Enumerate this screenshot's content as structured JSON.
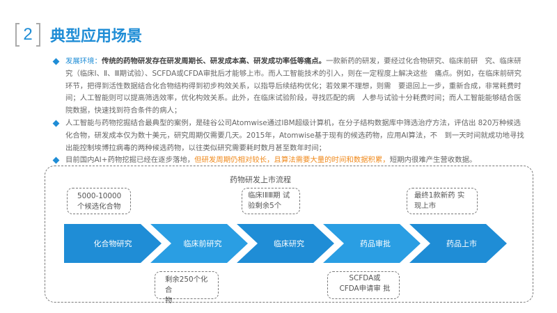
{
  "header": {
    "number": "2",
    "title": "典型应用场景"
  },
  "bullets": [
    {
      "lead": "发展环境：",
      "strong": "传统的药物研发存在研发周期长、研发成本高、研发成功率低等痛点。",
      "text": "一款新药的研发，要经过化合物研究、临床前研　究、临床研究（临床Ⅰ、Ⅱ、Ⅲ期试验）、SCFDA或CFDA审批后才能够上市。而人工智能技术的引入，则在一定程度上解决这些　痛点。例如，在临床前研究环节，把得到活性数据结合化合物结构得到初步构效关系，以指导后续结构优化；若效果不理想，则需　要退回上一步，重新合成，非常耗费时间；人工智能则可以提高筛选效率，优化构效关系。此外，在临床试验阶段，寻找匹配的病　人参与试验十分耗费时间；而人工智能能够结合医院数据，快速找到符合条件的病人；"
    },
    {
      "text": "人工智能与药物挖掘结合最典型的案例，是硅谷公司Atomwise通过IBM超级计算机，在分子结构数据库中筛选治疗方法，评估出 820万种候选化合物，研发成本仅为数十美元，研究周期仅需要几天。2015年，Atomwise基于现有的候选药物，应用AI算法，不　到一天时间就成功地寻找出能控制埃博拉病毒的两种候选药物，以往类似研究需要耗时数月甚至数年时间；"
    },
    {
      "text_before": "目前国内AI+药物挖掘已经在逐步落地，",
      "highlight": "但研发周期仍相对较长，且算法需要大量的时间和数据积累，",
      "text_after": "短期内很难产生营收数据。"
    }
  ],
  "flow": {
    "title": "药物研发上市流程",
    "steps": [
      "化合物研究",
      "临床前研究",
      "临床研究",
      "药品审批",
      "药品上市"
    ],
    "notes": {
      "n1": "5000-10000\n个候选化合物",
      "n2": "临床ⅠⅡⅢ期 试\n验剩余5个",
      "n3": "最终1款新药 实\n现上市",
      "n4": "剩余250个化 合\n物",
      "n5": "SCFDA或\nCFDA申请审 批"
    }
  },
  "colors": {
    "accent": "#1f8dd6",
    "highlight": "#f08a1c"
  }
}
